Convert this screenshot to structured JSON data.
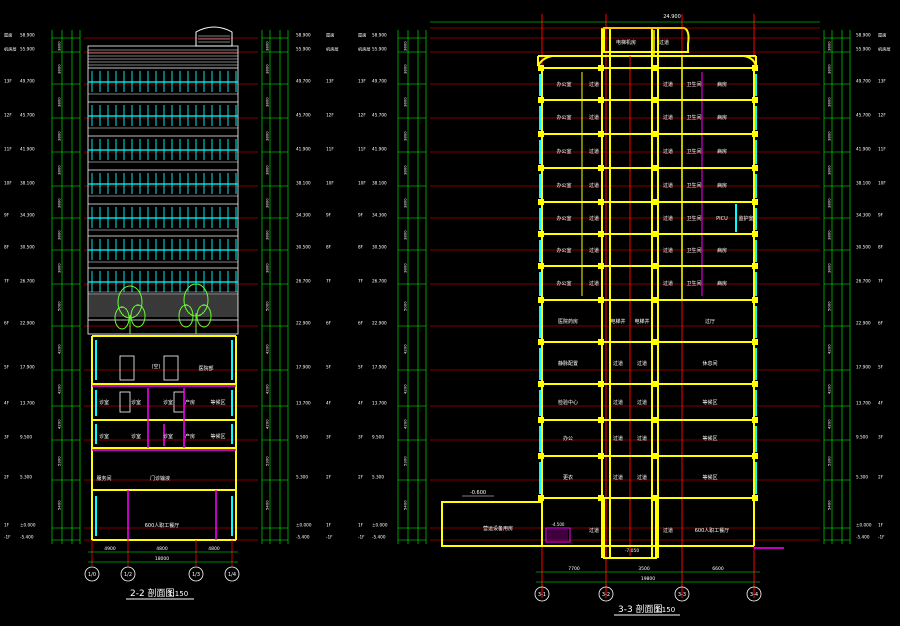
{
  "colors": {
    "background": "#000000",
    "wall": "#ffff00",
    "dim": "#00ff00",
    "axis": "#ff0000",
    "window": "#00ffff",
    "text": "#ffffff",
    "slab": "#ff00ff",
    "tree": "#66ff33"
  },
  "left_section": {
    "title": "2-2 剖面图",
    "scale": "1:150",
    "axis_labels": [
      "1/0",
      "1/2",
      "1/3",
      "1/4"
    ],
    "bottom_dims": [
      "4900",
      "4800",
      "4800"
    ],
    "total_dim": "18000",
    "rooms": [
      {
        "label": "(空)"
      },
      {
        "label": "医院部"
      },
      {
        "label": "诊室"
      },
      {
        "label": "诊室"
      },
      {
        "label": "诊室"
      },
      {
        "label": "产房"
      },
      {
        "label": "等候区"
      },
      {
        "label": "诊室"
      },
      {
        "label": "诊室"
      },
      {
        "label": "诊室"
      },
      {
        "label": "产房"
      },
      {
        "label": "等候区"
      },
      {
        "label": "服务间"
      },
      {
        "label": "门诊输液"
      },
      {
        "label": "600人职工餐厅"
      }
    ]
  },
  "right_section": {
    "title": "3-3 剖面图",
    "scale": "1:150",
    "axis_labels": [
      "3-1",
      "3-2",
      "3-3",
      "3-4"
    ],
    "bottom_dims": [
      "7700",
      "3500",
      "6600"
    ],
    "total_dim": "19800",
    "top_dim": "24.900",
    "roof_room": "电梯机房",
    "roof_corridor": "过道",
    "floor_rows": [
      {
        "a": "办公室",
        "b": "过道",
        "c": "过道",
        "d": "卫生间",
        "e": "病房"
      },
      {
        "a": "办公室",
        "b": "过道",
        "c": "过道",
        "d": "卫生间",
        "e": "病房"
      },
      {
        "a": "办公室",
        "b": "过道",
        "c": "过道",
        "d": "卫生间",
        "e": "病房"
      },
      {
        "a": "办公室",
        "b": "过道",
        "c": "过道",
        "d": "卫生间",
        "e": "病房"
      },
      {
        "a": "办公室",
        "b": "过道",
        "c": "过道",
        "d": "卫生间",
        "e": "PICU"
      },
      {
        "a": "办公室",
        "b": "过道",
        "c": "过道",
        "d": "卫生间",
        "e": "病房"
      },
      {
        "a": "办公室",
        "b": "过道",
        "c": "过道",
        "d": "卫生间",
        "e": "病房"
      }
    ],
    "picu_side": "监护室",
    "lower_rows": [
      {
        "a": "医院药房",
        "b": "电梯井",
        "c": "电梯井",
        "d": "过厅"
      },
      {
        "a": "静脉配置",
        "b": "过道",
        "c": "过道",
        "d": "休息间"
      },
      {
        "a": "检验中心",
        "b": "过道",
        "c": "过道",
        "d": "等候区"
      },
      {
        "a": "办公",
        "b": "过道",
        "c": "过道",
        "d": "等候区"
      },
      {
        "a": "更衣",
        "b": "过道",
        "c": "过道",
        "d": "等候区"
      }
    ],
    "basement_left": "营运设备用房",
    "basement_mid": "过道",
    "basement_mid2": "过道",
    "basement_right": "600人职工餐厅",
    "basement_level": "-0.600",
    "basement_small": "-4.500",
    "pit_level": "-7.050"
  },
  "elevations_left": [
    "58.900",
    "55.900",
    "49.700",
    "45.700",
    "41.900",
    "38.100",
    "34.300",
    "30.500",
    "26.700",
    "22.900",
    "17.900",
    "13.700",
    "9.500",
    "5.300",
    "±0.000",
    "-5.400"
  ],
  "elevations_right": [
    "58.900",
    "55.900",
    "49.700",
    "45.700",
    "41.900",
    "38.100",
    "34.300",
    "30.500",
    "26.700",
    "22.900",
    "17.900",
    "13.700",
    "9.500",
    "5.300",
    "±0.000",
    "-5.400"
  ],
  "floor_tags": [
    "屋面",
    "机房层",
    "13F",
    "12F",
    "11F",
    "10F",
    "9F",
    "8F",
    "7F",
    "6F",
    "5F",
    "4F",
    "3F",
    "2F",
    "1F",
    "-1F"
  ],
  "story_dims": [
    "3800",
    "3800",
    "3800",
    "3800",
    "3800",
    "3800",
    "3800",
    "3800",
    "5000",
    "4200",
    "4200",
    "4200",
    "5300",
    "5400"
  ]
}
